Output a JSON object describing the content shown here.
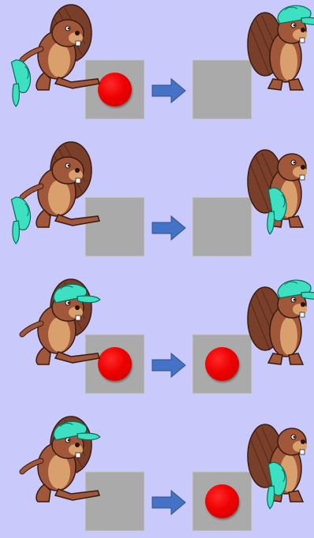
{
  "colors": {
    "background": "#c9c9fb",
    "box": "#aaaaaa",
    "ball": "#ee0000",
    "arrow": "#4472c4",
    "cap": "#3de0c0",
    "fur": "#a0573a",
    "belly": "#d9a06e",
    "tail": "#7a3f2a"
  },
  "rows": [
    {
      "before": {
        "beaver_cap": "hand",
        "beaver_action": "kick",
        "ball": true
      },
      "after": {
        "beaver_cap": "head",
        "ball": false
      }
    },
    {
      "before": {
        "beaver_cap": "hand",
        "beaver_action": "kick",
        "ball": false
      },
      "after": {
        "beaver_cap": "hand",
        "ball": false
      }
    },
    {
      "before": {
        "beaver_cap": "head",
        "beaver_action": "kick",
        "ball": true
      },
      "after": {
        "beaver_cap": "head",
        "ball": true
      }
    },
    {
      "before": {
        "beaver_cap": "head",
        "beaver_action": "kick",
        "ball": false
      },
      "after": {
        "beaver_cap": "hand",
        "ball": true
      }
    }
  ],
  "icons": {
    "arrow": "right-arrow-icon",
    "ball": "red-ball-icon",
    "beaver": "beaver-icon",
    "cap": "cap-icon"
  }
}
